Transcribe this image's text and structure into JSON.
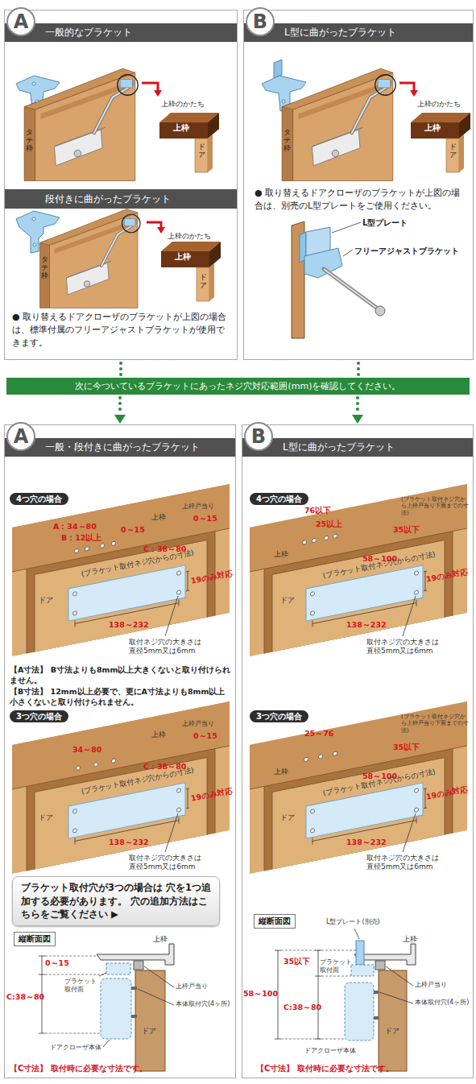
{
  "diagram": {
    "nodes": [
      {
        "text": [
          "一般的なブラケット"
        ]
      },
      {
        "text": [
          "A"
        ],
        "in": 0
      },
      {
        "text": [
          "段付きに曲がったブラケット"
        ],
        "in": 0
      },
      {
        "text": [
          "L型に曲がったブラケット"
        ]
      },
      {
        "text": [
          "B"
        ],
        "in": 3
      },
      {
        "text": [
          "次に今ついているブラケットにあったネジ穴対応範囲(mm)を確認してください。"
        ]
      },
      {
        "text": [
          "一般・段付きに曲がったブラケット"
        ]
      },
      {
        "text": [
          "A"
        ],
        "in": 6
      },
      {
        "text": [
          "4つ穴の場合"
        ],
        "in": 6
      },
      {
        "text": [
          "3つ穴の場合"
        ],
        "in": 6
      },
      {
        "text": [
          "ブラケット取付穴が3つの場合は 穴を1つ追加する必要があります。 穴の追加方法はこちらをご覧ください ▶"
        ],
        "in": 6
      },
      {
        "text": [
          "縦断面図"
        ],
        "in": 6
      },
      {
        "text": [
          "L型に曲がったブラケット"
        ]
      },
      {
        "text": [
          "B"
        ],
        "in": 12
      },
      {
        "text": [
          "4つ穴の場合"
        ],
        "in": 12
      },
      {
        "text": [
          "3つ穴の場合"
        ],
        "in": 12
      },
      {
        "text": [
          "縦断面図"
        ],
        "in": 12
      }
    ],
    "edges": [
      {
        "from": 0,
        "to": 5,
        "arrow": "none"
      },
      {
        "from": 5,
        "to": 6,
        "arrow": "to"
      },
      {
        "from": 3,
        "to": 5,
        "arrow": "none"
      },
      {
        "from": 5,
        "to": 12,
        "arrow": "to"
      }
    ],
    "labels": [
      "上枠のかたち",
      "上枠",
      "ドア",
      "タテ枠",
      "上枠のかたち",
      "上枠",
      "ドア",
      "タテ枠",
      "● 取り替えるドアクローザのブラケットが上図の場合は、標準付属のフリーアジャストブラケットが使用できます。",
      "上枠のかたち",
      "上枠",
      "ドア",
      "タテ枠",
      "● 取り替えるドアクローザのブラケットが上図の場合は、別売のL型プレートをご使用ください。",
      "L型プレート",
      "フリーアジャストブラケット",
      "上枠",
      "上枠戸当り",
      "0～15",
      "A：34～80",
      "B：12以上",
      "0～15",
      "C：38～80",
      "(ブラケット取付ネジ穴からの寸法)",
      "19のみ対応",
      "ドア",
      "138～232",
      "取付ネジ穴の大きさは 直径5mm又は6mm",
      "【A寸法】 B寸法よりも8mm以上大きくないと取り付けられません。",
      "【B寸法】 12mm以上必要で、更にA寸法よりも8mm以上小さくないと取り付けられません。",
      "上枠",
      "上枠戸当り",
      "0～15",
      "34～80",
      "C：38～80",
      "(ブラケット取付ネジ穴からの寸法)",
      "19のみ対応",
      "ドア",
      "138～232",
      "取付ネジ穴の大きさは 直径5mm又は6mm",
      "上枠",
      "0～15",
      "C:38～80",
      "ブラケット 取付面",
      "上枠戸当り",
      "本体取付穴(4ヶ所)",
      "ドアクローザ本体",
      "ドア",
      "【C寸法】 取付時に必要な寸法です。",
      "76以下",
      "25以上",
      "(ブラケット取付ネジ穴から上枠戸当り下面までの寸法)",
      "35以下",
      "上枠",
      "58～100",
      "(ブラケット取付ネジ穴からの寸法)",
      "19のみ対応",
      "ドア",
      "138～232",
      "取付ネジ穴の大きさは 直径5mm又は6mm",
      "25～76",
      "(ブラケット取付ネジ穴から上枠戸当り下面までの寸法)",
      "35以下",
      "上枠",
      "58～100",
      "(ブラケット取付ネジ穴からの寸法)",
      "19のみ対応",
      "ドア",
      "138～232",
      "取付ネジ穴の大きさは 直径5mm又は6mm",
      "L型プレート(別売)",
      "上枠",
      "35以下",
      "58～100",
      "C:38～80",
      "ブラケット 取付面",
      "上枠戸当り",
      "本体取付穴(4ヶ所)",
      "ドアクローザ本体",
      "ドア",
      "【C寸法】 取付時に必要な寸法です。"
    ]
  }
}
